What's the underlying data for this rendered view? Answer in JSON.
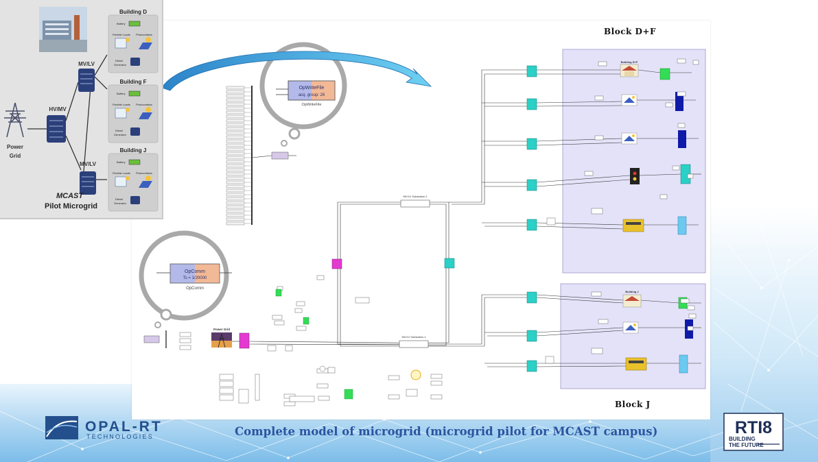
{
  "slide": {
    "caption": "Complete model of microgrid (microgrid pilot for MCAST campus)",
    "block_df_label": "Block D+F",
    "block_j_label": "Block J"
  },
  "inset": {
    "power_grid_label": "Power\nGrid",
    "hv_mv_label": "HV/MV",
    "mv_lv_top_label": "MV/LV",
    "mv_lv_bottom_label": "MV/LV",
    "mcast_label": "MCAST",
    "pilot_label": "Pilot Microgrid",
    "buildings": [
      {
        "name": "Building D",
        "battery": "Battery",
        "flexible": "Flexible Loads",
        "pv": "Photovoltaics",
        "diesel": "Diesel\nGenerator"
      },
      {
        "name": "Building F",
        "battery": "Battery",
        "flexible": "Flexible Loads",
        "pv": "Photovoltaics",
        "diesel": "Diesel\nGenerator"
      },
      {
        "name": "Building J",
        "battery": "Battery",
        "flexible": "Flexible Loads",
        "pv": "Photovoltaics",
        "diesel": "Diesel\nGenerator"
      }
    ]
  },
  "model": {
    "opwritefile": {
      "title": "OpWriteFile",
      "sub": "acq. group: 26",
      "caption": "OpWriteFile"
    },
    "opcomm": {
      "title": "OpComm",
      "sub": "Ts = 1/20000",
      "caption": "OpComm"
    },
    "power_grid_block": "Power Grid",
    "substation_2": "MV/LV Substation 2",
    "substation_1": "MV/LV Substation 1",
    "building_df_label": "Building D+F",
    "building_j_label": "Building J"
  },
  "logos": {
    "opal_top": "OPAL-RT",
    "opal_bottom": "TECHNOLOGIES",
    "rti_main": "RTI8",
    "rti_line1": "BUILDING",
    "rti_line2": "THE FUTURE"
  },
  "colors": {
    "caption_blue": "#2b54a0",
    "arrow_blue": "#4fb3e6",
    "block_panel": "#e4e2f8",
    "cyan_block": "#2bd0c6",
    "magenta_block": "#e43ad0",
    "green_block": "#33dd55",
    "navy_block": "#0f1aa8",
    "light_blue_block": "#6cc9f0"
  }
}
